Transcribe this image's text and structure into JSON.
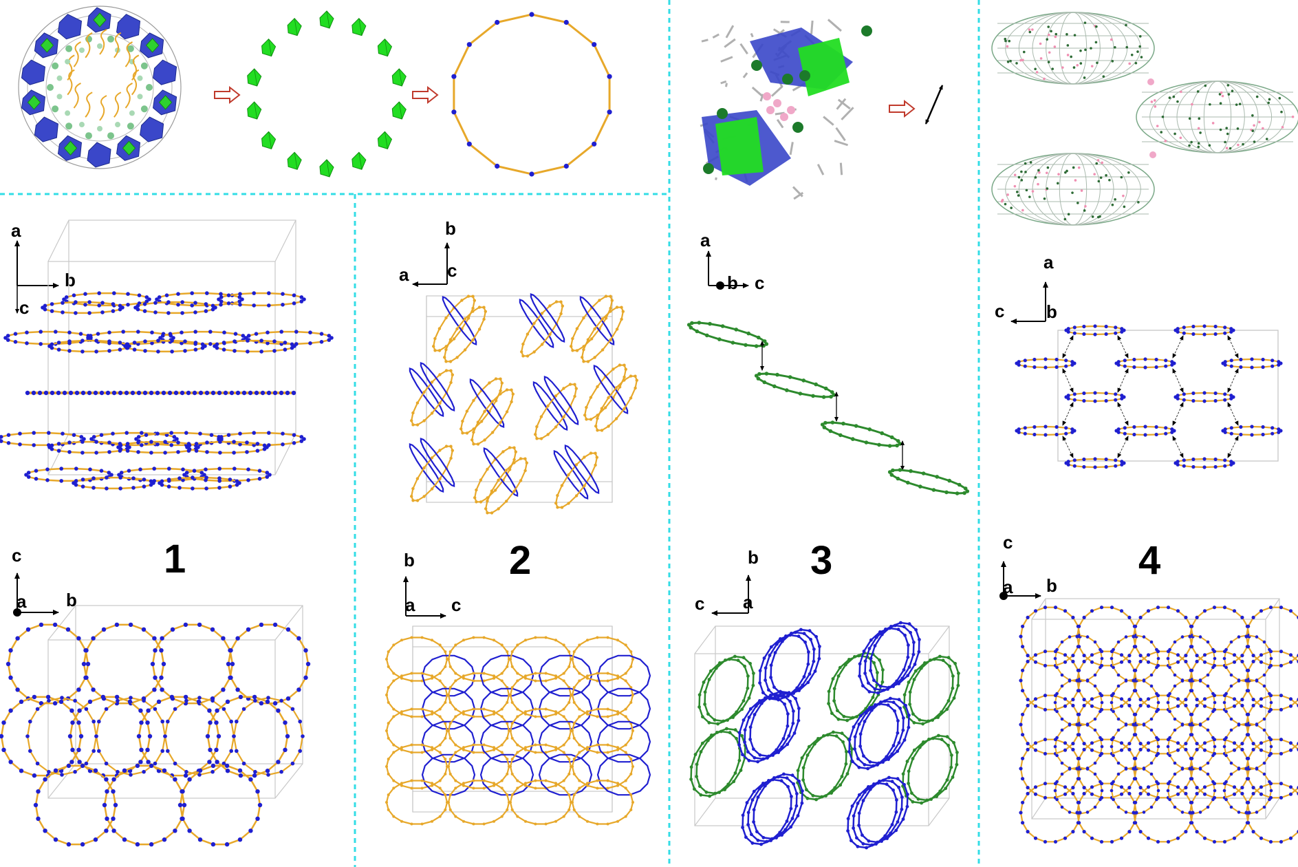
{
  "colors": {
    "orange": "#e7a82a",
    "blue": "#1f1fd0",
    "green": "#2d8a2d",
    "bright_green": "#22dd22",
    "pink": "#f0a8c8",
    "separator": "#33dde6",
    "transform_arrow": "#c0392b"
  },
  "compounds": {
    "c1": "1",
    "c2": "2",
    "c3": "3",
    "c4": "4"
  },
  "axes": {
    "p1_top": {
      "up": "a",
      "right": "b",
      "down": "c"
    },
    "p1_bottom": {
      "up": "c",
      "center": "a",
      "right": "b"
    },
    "p2_top": {
      "up": "b",
      "left": "a",
      "center": "c"
    },
    "p2_bottom": {
      "up": "b",
      "center": "a",
      "right": "c"
    },
    "p3_top": {
      "up": "a",
      "center": "b",
      "right": "c"
    },
    "p3_bottom": {
      "up": "b",
      "left": "c",
      "center": "a"
    },
    "p4_top": {
      "up": "a",
      "left": "c",
      "center": "b"
    },
    "p4_bottom": {
      "up": "c",
      "center": "a",
      "right": "b"
    }
  },
  "icons": [
    "hollow-transform-arrow-icon",
    "double-headed-arrow-icon",
    "axis-arrow-icon",
    "viewing-direction-dot-icon"
  ]
}
